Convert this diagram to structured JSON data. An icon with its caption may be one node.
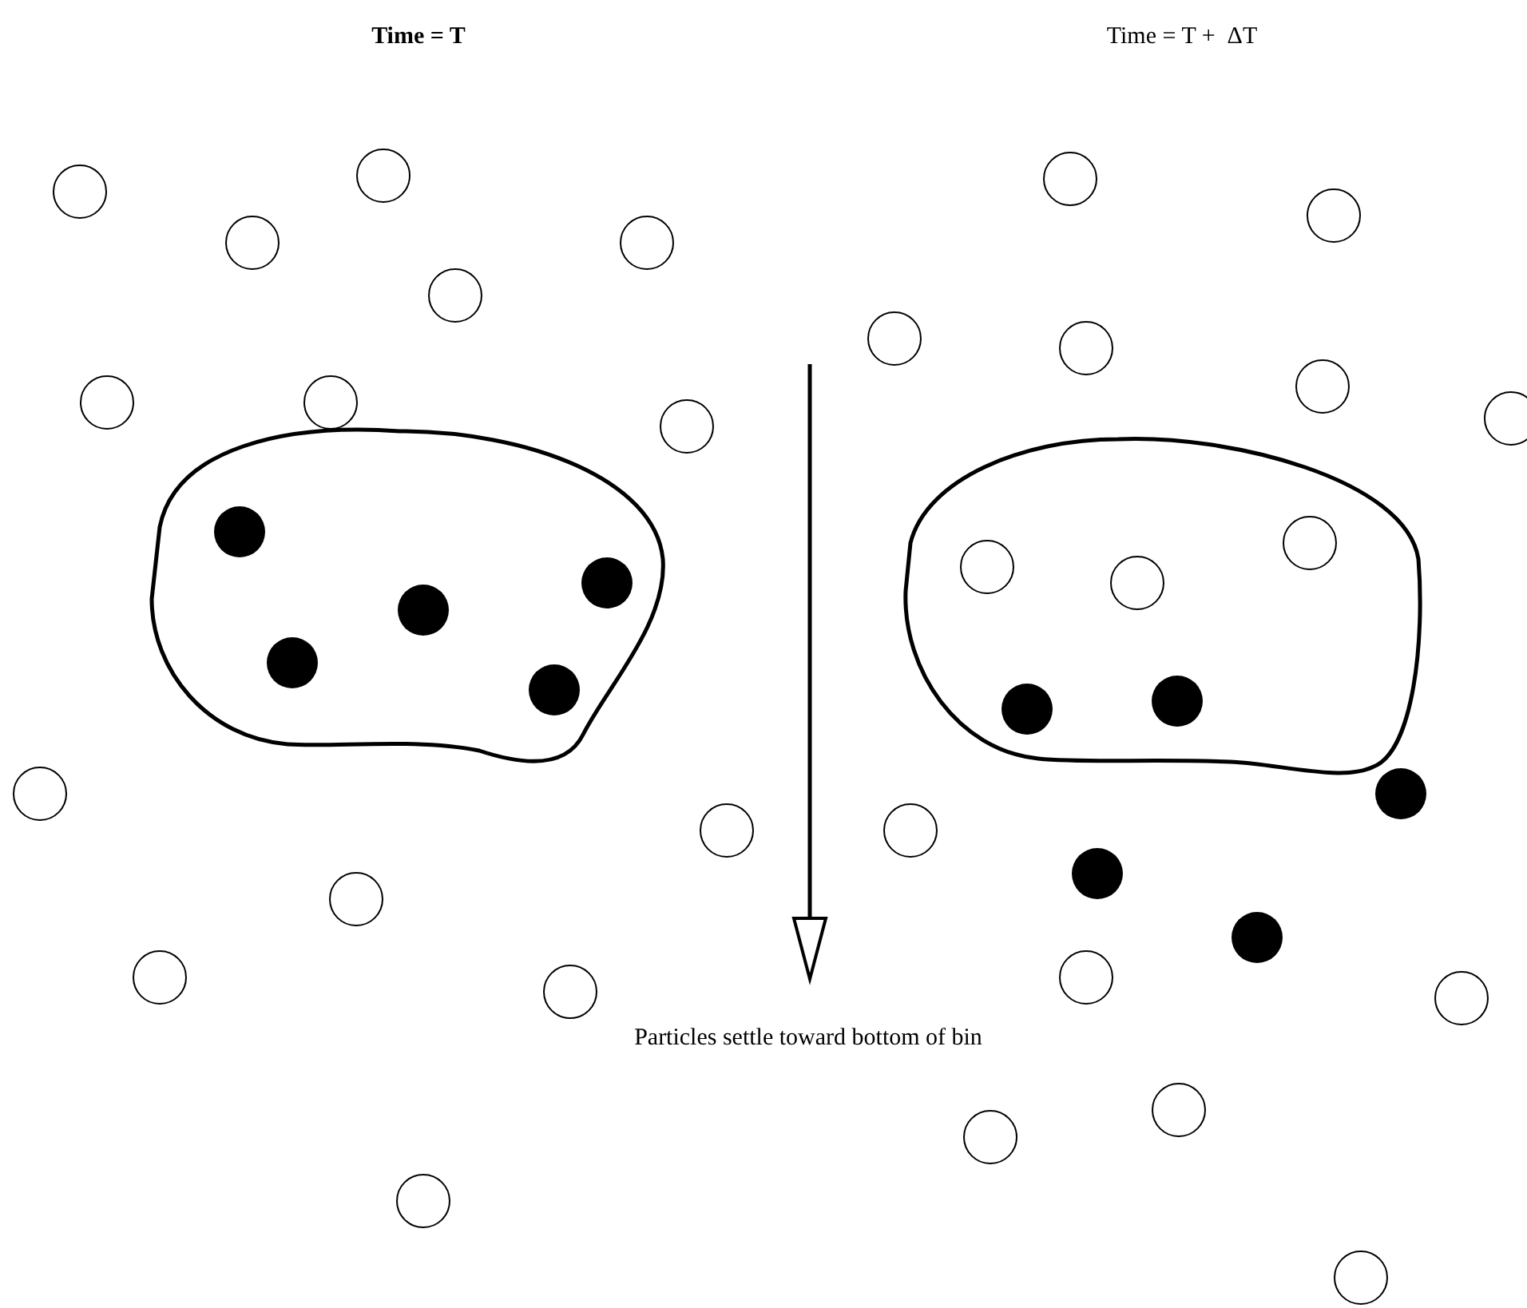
{
  "diagram": {
    "labels": [
      "Time = T",
      "Time = T +  ΔT",
      "Particles settle toward bottom of bin"
    ]
  }
}
